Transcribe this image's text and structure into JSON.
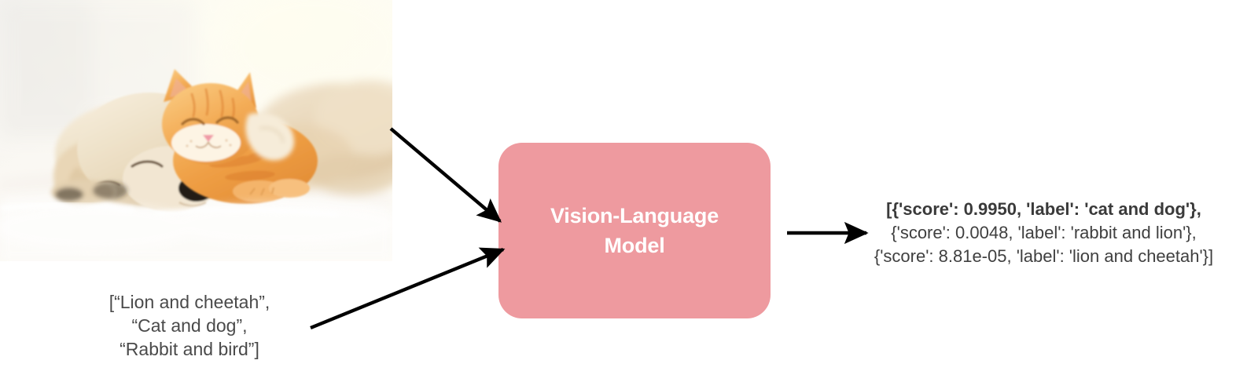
{
  "diagram": {
    "title": "Vision-Language Model zero-shot classification pipeline",
    "model_box": {
      "label": "Vision-Language\nModel",
      "fill_color": "#ee9a9f",
      "text_color": "#ffffff"
    },
    "input_image": {
      "alt": "A sleeping golden retriever puppy and an orange tabby kitten cuddling on a white blanket",
      "subjects": [
        "puppy",
        "kitten"
      ]
    },
    "prompt": {
      "text": "[“Lion and cheetah”,\n“Cat and dog”,\n“Rabbit and bird”]",
      "lines": [
        "[“Lion and cheetah”,",
        "“Cat and dog”,",
        "“Rabbit and bird”]"
      ],
      "candidate_labels": [
        "Lion and cheetah",
        "Cat and dog",
        "Rabbit and bird"
      ]
    },
    "output": {
      "lines": [
        {
          "text": "[{'score': 0.9950, 'label': 'cat and dog'},",
          "bold": true
        },
        {
          "text": "{'score': 0.0048, 'label': 'rabbit and lion'},",
          "bold": false
        },
        {
          "text": "{'score': 8.81e-05, 'label': 'lion and cheetah'}]",
          "bold": false
        }
      ],
      "predictions": [
        {
          "score": "0.9950",
          "label": "cat and dog"
        },
        {
          "score": "0.0048",
          "label": "rabbit and lion"
        },
        {
          "score": "8.81e-05",
          "label": "lion and cheetah"
        }
      ],
      "text_color": "#3f3f3f"
    },
    "arrows": [
      {
        "name": "image-to-model",
        "from": "input-image",
        "to": "model-box"
      },
      {
        "name": "prompt-to-model",
        "from": "prompt-text",
        "to": "model-box"
      },
      {
        "name": "model-to-output",
        "from": "model-box",
        "to": "output-text"
      }
    ]
  }
}
